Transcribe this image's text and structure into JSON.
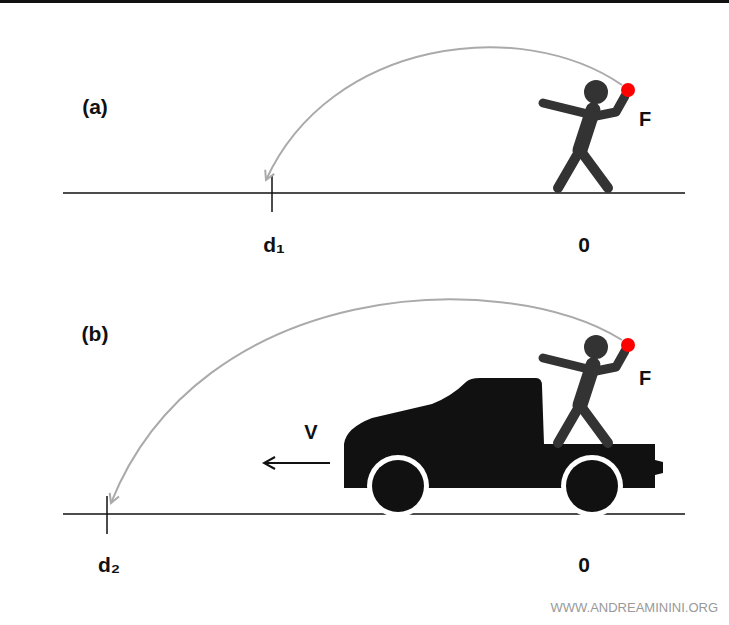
{
  "diagram": {
    "labels": [
      "(a)",
      "F",
      "d₁",
      "0",
      "(b)",
      "V",
      "F",
      "d₂",
      "0",
      "WWW.ANDREAMININI.ORG"
    ]
  }
}
